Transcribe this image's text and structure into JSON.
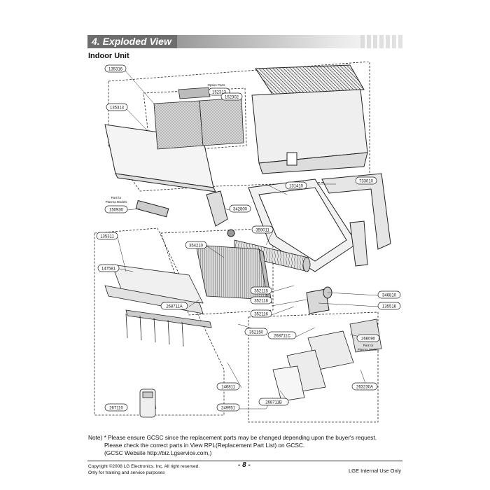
{
  "header": {
    "title": "4. Exploded View"
  },
  "section": {
    "title": "Indoor Unit"
  },
  "diagram": {
    "parts": {
      "p135316": "135316",
      "p135313": "135313",
      "p152313": "152313",
      "p152302": "152302",
      "p131410": "131410",
      "p733010": "733010",
      "p150930": "150930",
      "p342800": "342800",
      "p135311": "135311",
      "p359011": "359011",
      "p354210": "354210",
      "p147581": "147581",
      "p268711A": "268711A",
      "p352115": "352115",
      "p352116": "352116",
      "p352118": "352118",
      "p346810": "346810",
      "p135516": "135516",
      "p352150": "352150",
      "p268711C": "268711C",
      "p266090": "266090",
      "p263230A": "263230A",
      "p146811": "146811",
      "p268711B": "268711B",
      "p267110": "267110",
      "p249951": "249951"
    },
    "captions": {
      "option_parts": "Option Parts",
      "plasma_1": "Part for",
      "plasma_2": "Plasma Models",
      "plasma_3": "Part for",
      "plasma_4": "Plasma Models"
    }
  },
  "note": {
    "line1": "Note) * Please ensure GCSC since the replacement parts may be changed depending upon the buyer's request.",
    "line2": "Please check  the correct parts in View RPL(Replacement Part List) on GCSC.",
    "line3": "(GCSC Website  http://biz.Lgservice.com,)"
  },
  "footer": {
    "copyright": "Copyright ©2008 LG Electronics. Inc. All right reserved.",
    "training": "Only for training and service purposes",
    "page": "- 8 -",
    "internal": "LGE Internal Use Only"
  }
}
